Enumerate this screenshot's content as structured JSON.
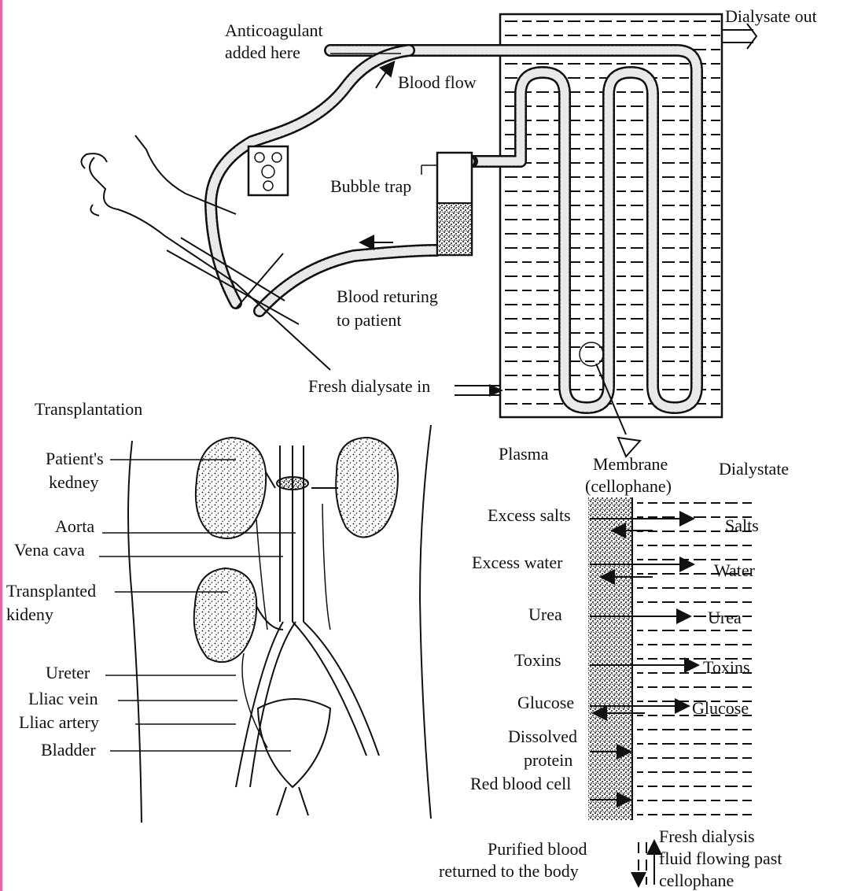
{
  "dialysis": {
    "dialysate_out": "Dialysate out",
    "anticoagulant_line1": "Anticoagulant",
    "anticoagulant_line2": "added here",
    "blood_flow": "Blood flow",
    "bubble_trap": "Bubble trap",
    "blood_returning_line1": "Blood returing",
    "blood_returning_line2": "to patient",
    "fresh_dialysate_in": "Fresh dialysate in"
  },
  "transplantation": {
    "title": "Transplantation",
    "patients_kidney_line1": "Patient's",
    "patients_kidney_line2": "kedney",
    "aorta": "Aorta",
    "vena_cava": "Vena cava",
    "transplanted_line1": "Transplanted",
    "transplanted_line2": "kideny",
    "ureter": "Ureter",
    "iliac_vein": "Lliac vein",
    "iliac_artery": "Lliac artery",
    "bladder": "Bladder"
  },
  "membrane": {
    "plasma": "Plasma",
    "membrane_line1": "Membrane",
    "membrane_line2": "(cellophane)",
    "dialysate": "Dialystate",
    "left_items": {
      "excess_salts": "Excess salts",
      "excess_water": "Excess water",
      "urea": "Urea",
      "toxins": "Toxins",
      "glucose": "Glucose",
      "dissolved_line1": "Dissolved",
      "dissolved_line2": "protein",
      "red_blood_cell": "Red blood cell"
    },
    "right_items": {
      "salts": "Salts",
      "water": "Water",
      "urea": "Urea",
      "toxins": "Toxins",
      "glucose": "Glucose"
    },
    "purified_line1": "Purified blood",
    "purified_line2": "returned to the body",
    "fresh_fluid_line1": "Fresh dialysis",
    "fresh_fluid_line2": "fluid flowing past",
    "fresh_fluid_line3": "cellophane"
  },
  "colors": {
    "ink": "#111111",
    "accent_bar": "#e36aa6",
    "background": "#ffffff"
  }
}
